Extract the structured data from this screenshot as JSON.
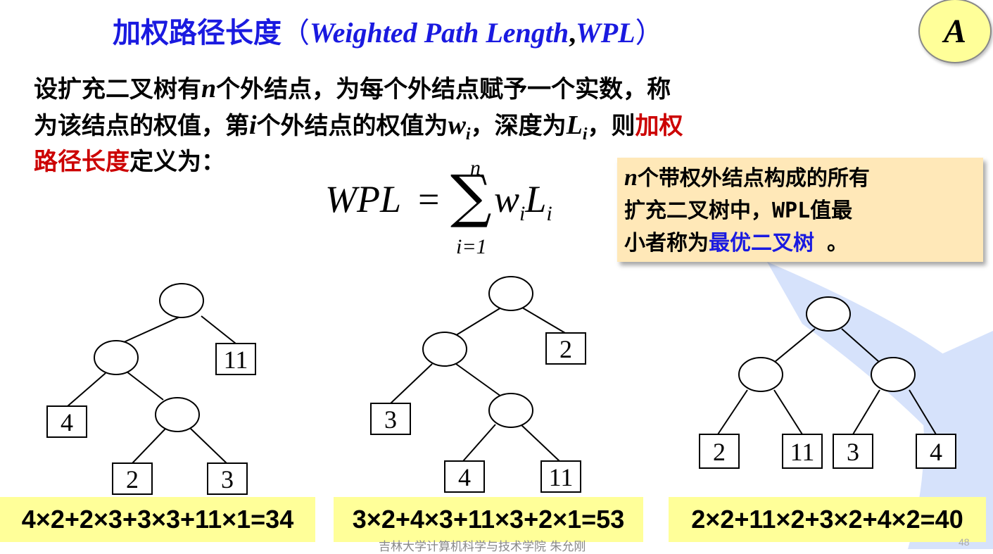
{
  "title": {
    "zh": "加权路径长度",
    "open": "（",
    "en1": "Weighted Path Length",
    "comma": ",",
    "en2": "WPL",
    "close": "）"
  },
  "badge": "A",
  "paragraph": {
    "l1a": "设扩充二叉树有",
    "n": "n",
    "l1b": "个外结点，为每个外结点赋予一个实数，称",
    "l2a": "为该结点的权值，第",
    "i": "i",
    "l2b": "个外结点的权值为",
    "w": "w",
    "wsub": "i",
    "l2c": "，深度为",
    "L": "L",
    "Lsub": "i",
    "l2d": "，则",
    "red1": "加权",
    "red2": "路径长度",
    "l3": "定义为："
  },
  "formula": {
    "lhs": "WPL",
    "eq": "=",
    "sigma": "∑",
    "upper": "n",
    "lower": "i=1",
    "w": "w",
    "wsub": "i",
    "L": "L",
    "Lsub": "i"
  },
  "note": {
    "n": "n",
    "l1": "个带权外结点构成的所有",
    "l2": "扩充二叉树中，WPL值最",
    "l3a": "小者称为",
    "l3blue": "最优二叉树",
    "l3b": " 。"
  },
  "trees": {
    "t1": {
      "a": "11",
      "b": "4",
      "c": "2",
      "d": "3"
    },
    "t2": {
      "a": "2",
      "b": "3",
      "c": "4",
      "d": "11"
    },
    "t3": {
      "a": "2",
      "b": "11",
      "c": "3",
      "d": "4"
    }
  },
  "equations": {
    "e1": "4×2+2×3+3×3+11×1=34",
    "e2": "3×2+4×3+11×3+2×1=53",
    "e3": "2×2+11×2+3×2+4×2=40"
  },
  "footer": "吉林大学计算机科学与技术学院 朱允刚",
  "page_number": "48",
  "colors": {
    "title": "#1a1ae0",
    "highlight_red": "#cc0000",
    "note_bg": "#ffe8b8",
    "badge_bg": "#ffff99",
    "equation_bg": "#ffff99",
    "decoration": "#d6e2fb"
  }
}
